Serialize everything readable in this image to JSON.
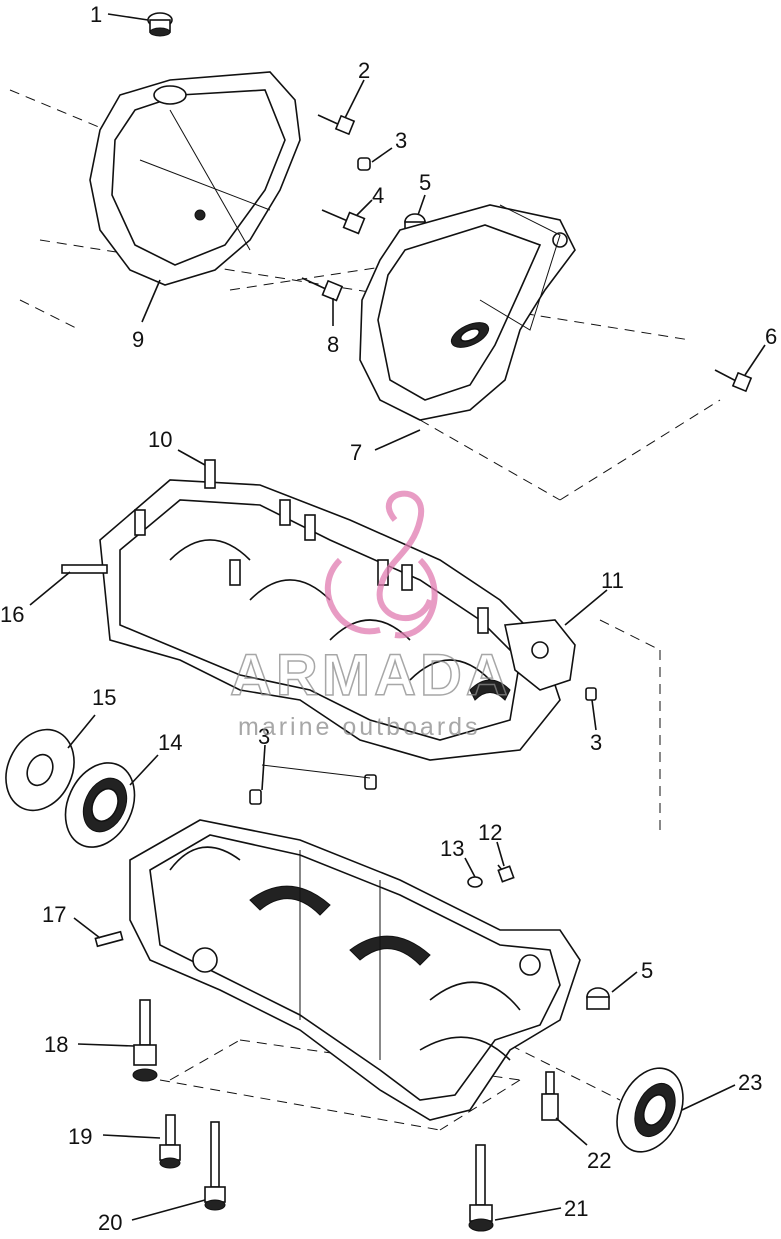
{
  "callouts": [
    "1",
    "2",
    "3",
    "4",
    "5",
    "6",
    "7",
    "8",
    "9",
    "10",
    "11",
    "3",
    "3",
    "12",
    "13",
    "14",
    "15",
    "16",
    "17",
    "18",
    "19",
    "20",
    "21",
    "22",
    "23",
    "5"
  ],
  "watermark": {
    "brand": "ARMADA",
    "tagline": "marine outboards",
    "logo_color": "#e07bb0"
  }
}
